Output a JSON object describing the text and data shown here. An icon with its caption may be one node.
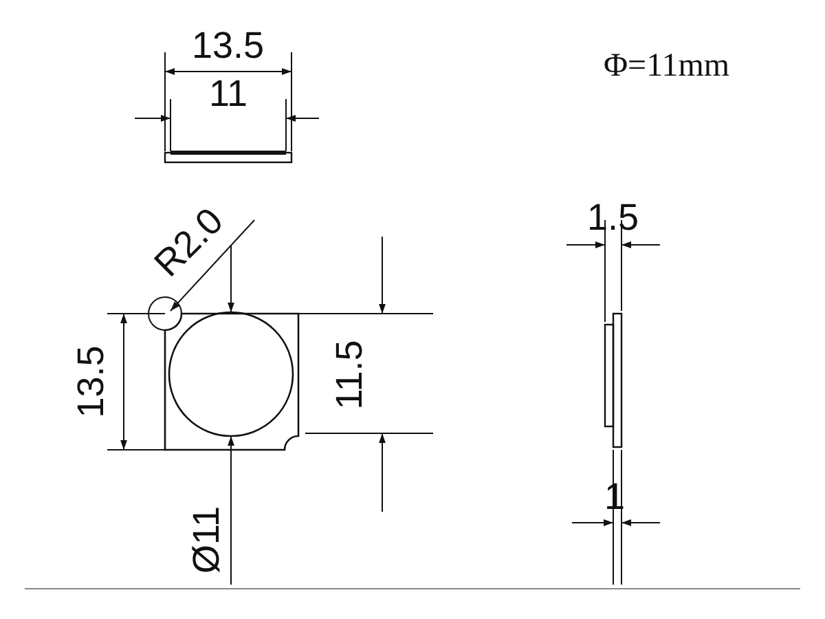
{
  "diagram": {
    "labels": [
      "13.5",
      "11",
      "Φ=11mm",
      "1.5",
      "R2.0",
      "13.5",
      "11.5",
      "Ø11",
      "1"
    ]
  }
}
